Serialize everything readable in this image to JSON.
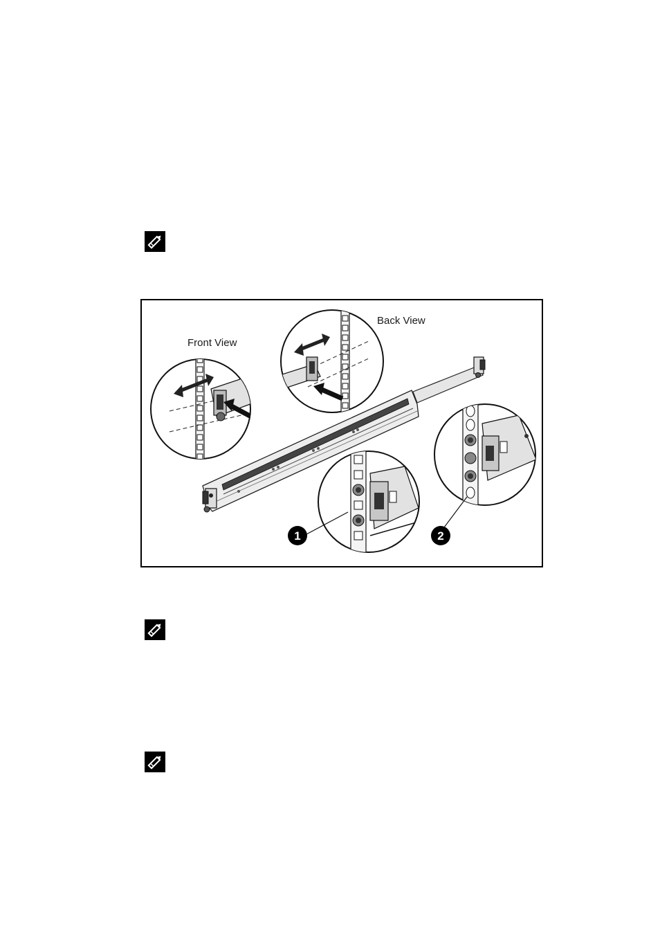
{
  "notes": [
    {
      "icon": "note-pencil-icon"
    },
    {
      "icon": "note-pencil-icon"
    },
    {
      "icon": "note-pencil-icon"
    }
  ],
  "figure": {
    "labels": {
      "front_view": "Front View",
      "back_view": "Back View"
    },
    "callouts": [
      "1",
      "2"
    ]
  }
}
